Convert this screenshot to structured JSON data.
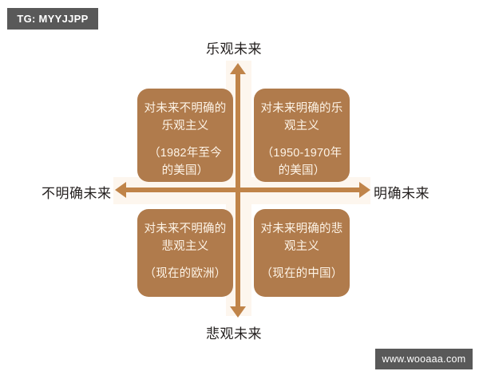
{
  "watermarks": {
    "telegram_badge": "TG: MYYJJPP",
    "site_badge": "www.wooaaa.com"
  },
  "diagram": {
    "type": "2x2-quadrant-matrix",
    "axes": {
      "vertical_top_label": "乐观未来",
      "vertical_bottom_label": "悲观未来",
      "horizontal_left_label": "不明确未来",
      "horizontal_right_label": "明确未来"
    },
    "quadrants": [
      {
        "position": "top-left",
        "title_line1": "对未来不明确的",
        "title_line2": "乐观主义",
        "example_line1": "（1982年至今",
        "example_line2": "的美国）"
      },
      {
        "position": "top-right",
        "title_line1": "对未来明确的乐",
        "title_line2": "观主义",
        "example_line1": "（1950-1970年",
        "example_line2": "的美国）"
      },
      {
        "position": "bottom-left",
        "title_line1": "对未来不明确的",
        "title_line2": "悲观主义",
        "example_line1": "（现在的欧洲）",
        "example_line2": ""
      },
      {
        "position": "bottom-right",
        "title_line1": "对未来明确的悲",
        "title_line2": "观主义",
        "example_line1": "（现在的中国）",
        "example_line2": ""
      }
    ]
  },
  "colors": {
    "box_fill": "#b07b4c",
    "axis": "#c08449",
    "halo": "#fdf6ee",
    "badge_bg": "#595959",
    "box_text": "#fdf3e6",
    "axis_label_text": "#231f1e"
  }
}
